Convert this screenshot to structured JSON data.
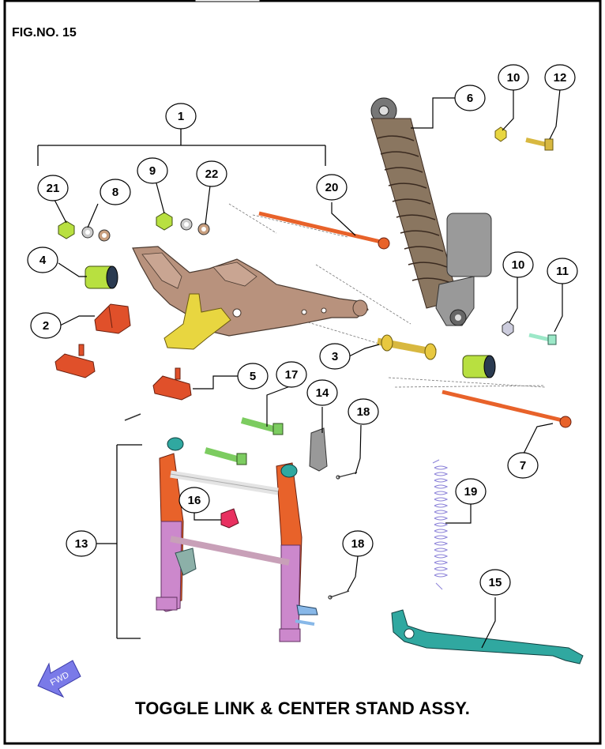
{
  "figure": {
    "number_label": "FIG.NO. 15",
    "title": "TOGGLE LINK & CENTER STAND ASSY.",
    "fwd_label": "FWD"
  },
  "callouts": [
    "1",
    "2",
    "3",
    "4",
    "5",
    "6",
    "7",
    "8",
    "9",
    "10",
    "10",
    "11",
    "12",
    "13",
    "14",
    "15",
    "16",
    "17",
    "18",
    "18",
    "19",
    "20",
    "21",
    "22"
  ],
  "colors": {
    "frame": "#000000",
    "toggle_link": "#b8927d",
    "shock_spring": "#8a7660",
    "shock_body": "#9a9a9a",
    "axle_bolts": "#e8622a",
    "stopper_blocks": "#e0502a",
    "bushing": "#b8e040",
    "yellow_bracket": "#e8d640",
    "stand_legs": "#cc88cc",
    "stand_upper": "#e8622a",
    "side_stand": "#30a8a0",
    "fwd_arrow": "#7a7ae8"
  }
}
